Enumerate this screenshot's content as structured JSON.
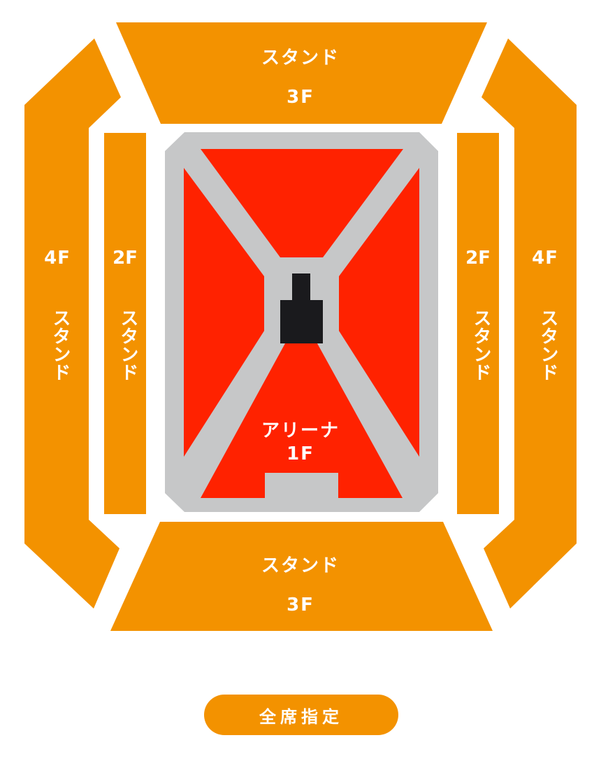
{
  "colors": {
    "stand": "#f39200",
    "arena": "#ff2200",
    "aisle": "#c6c7c8",
    "stage": "#1a1a1d",
    "background": "#ffffff",
    "label_text": "#ffffff"
  },
  "sections": {
    "top_stand": {
      "line1": "スタンド",
      "line2": "3F"
    },
    "bottom_stand": {
      "line1": "スタンド",
      "line2": "3F"
    },
    "left_outer": {
      "floor": "4F",
      "name": "スタンド"
    },
    "left_inner": {
      "floor": "2F",
      "name": "スタンド"
    },
    "right_inner": {
      "floor": "2F",
      "name": "スタンド"
    },
    "right_outer": {
      "floor": "4F",
      "name": "スタンド"
    },
    "arena": {
      "line1": "アリーナ",
      "line2": "1F"
    }
  },
  "legend_button": {
    "label": "全席指定"
  }
}
